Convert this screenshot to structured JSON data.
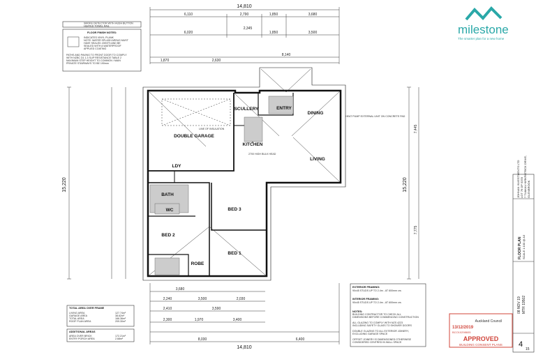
{
  "logo": {
    "name": "milestone",
    "tagline": "The smarter plan for a new home",
    "color": "#2aa8a8"
  },
  "dimensions": {
    "overall_width": "14,810",
    "overall_depth": "15,220",
    "top_row1": [
      "6,110",
      "2,790",
      "1,850",
      "3,680"
    ],
    "top_row2": [
      "6,020",
      "2,345",
      "1,850",
      "3,500"
    ],
    "top_row3": [
      "1,870",
      "2,630",
      "8,140"
    ],
    "bottom_row1": [
      "3,680"
    ],
    "bottom_row2": [
      "2,240",
      "3,500",
      "2,030"
    ],
    "bottom_row3": [
      "2,410",
      "3,590"
    ],
    "bottom_row4": [
      "2,300",
      "1,970",
      "3,400"
    ],
    "bottom_row5": [
      "8,030",
      "6,400"
    ],
    "right": [
      "7,445",
      "7,775"
    ]
  },
  "rooms": [
    "SCULLERY",
    "ENTRY",
    "DINING",
    "DOUBLE GARAGE",
    "KITCHEN",
    "LIVING",
    "LDY",
    "BATH",
    "WC",
    "BED 3",
    "BED 2",
    "BED 1",
    "ROBE"
  ],
  "annotations": {
    "insulation": "LINE OF INSULATION",
    "heat_pump": "HEAT PUMP EXTERNAL UNIT ON CONCRETE PAD",
    "bulkhead": "2700 HIGH BULK HEAD"
  },
  "legend": {
    "smoke": "SMOKE DETECTOR WITH HUSH BUTTON",
    "towel": "HEATED TOWEL RAIL",
    "floor_title": "FLOOR FINISH NOTES:",
    "floor_lines": [
      "INDICATES VINYL PLANK",
      "NOTE: WATER SPLASH AREAS MUST",
      "HAVE SEALED JOINTS AND BE",
      "SEALED WITH A WATERPROOF",
      "APPLIED COATING"
    ],
    "path_note": [
      "PATHS AND PAVING TO FRONT DOOR TO COMPLY",
      "WITH NZBC D1 1.3 SLIP RESISTANCE TABLE 2",
      "MAXIMUM STEP HEIGHT TO COMMON / MAIN",
      "PRIVATE STAIRWAYS TO BE 190mm"
    ]
  },
  "areas": {
    "title": "TOTAL AREA OVER FRAME",
    "rows": [
      [
        "LIVING AREA",
        "127.74m²"
      ],
      [
        "GARAGE AREA",
        "38.62m²"
      ],
      [
        "TOTAL AREA",
        "166.36m²"
      ],
      [
        "ROOF PLAN AREA",
        "209.30m²"
      ]
    ],
    "additional_title": "ADDITIONAL AREAS",
    "additional_rows": [
      [
        "AREA OVER BRICK",
        "172.21m²"
      ],
      [
        "ENTRY PORCH AREA",
        "2.68m²"
      ]
    ]
  },
  "notes": [
    {
      "title": "EXTERIOR FRAMING:",
      "lines": [
        "90x45 STUDS UP TO 2.4m - AT 600mm crs"
      ]
    },
    {
      "title": "INTERIOR FRAMING:",
      "lines": [
        "90x45 STUDS UP TO 2.4m - AT 600mm crs"
      ]
    },
    {
      "title": "NOTES:",
      "lines": [
        "BUILDING CONTRACTOR TO CHECK ALL",
        "DIMENSIONS BEFORE COMMENCING CONSTRUCTION"
      ]
    },
    {
      "title": "",
      "lines": [
        "ALL GLAZING TO COMPLY WITH NZS 4223",
        "INCLUDING SAFETY GLASS TO SHOWER DOORS"
      ]
    },
    {
      "title": "",
      "lines": [
        "DOUBLE GLAZING TO ALL EXTERIOR JOINERY,",
        "EXCLUDING GARAGE SPACE"
      ]
    },
    {
      "title": "",
      "lines": [
        "OFFSET JOINERY IS DIMENSIONED OTHERWISE",
        "CONSIDERED CENTRED IN WALL SPACE"
      ]
    }
  ],
  "stamp": {
    "council": "Auckland Council",
    "date": "13/12/2019",
    "ref": "BCO10298605",
    "status": "APPROVED",
    "sub": "BUILDING CONSENT PLANS",
    "color": "#d0443a"
  },
  "title_block": {
    "client": [
      "JOHNAN INVESTMENTS LTD",
      "LOT 76 DP 5378",
      "7 TUAKAU KIRKPATRICK DRIVE,",
      "GLENBROOK"
    ],
    "drawing": [
      "FLOOR PLAN",
      "SCALE 1:100 @ A3"
    ],
    "date": "08 NOV 19",
    "job": "MTR 19502",
    "sheet": "4",
    "sheet_total": "15"
  }
}
